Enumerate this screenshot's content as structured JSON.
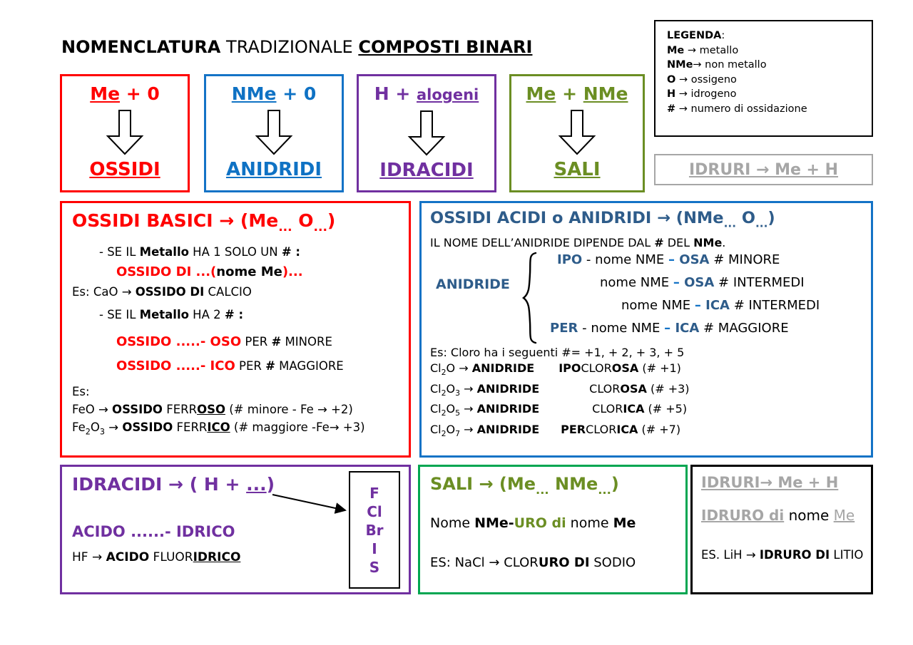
{
  "title": {
    "part1": "NOMENCLATURA",
    "part2": "TRADIZIONALE",
    "part3": "COMPOSTI BINARI"
  },
  "legend": {
    "heading": "LEGENDA",
    "heading_suffix": ":",
    "items": [
      {
        "sym": "Me",
        "arrow": "→",
        "desc": "metallo"
      },
      {
        "sym": "NMe",
        "arrow": "→",
        "desc": "non metallo"
      },
      {
        "sym": "O",
        "arrow": "→",
        "desc": "ossigeno"
      },
      {
        "sym": "H",
        "arrow": "→",
        "desc": "idrogeno"
      },
      {
        "sym": "#",
        "arrow": "→",
        "desc": "numero di ossidazione"
      }
    ]
  },
  "top_boxes": [
    {
      "head_a": "Me",
      "head_b": " + 0",
      "foot": "OSSIDI",
      "color": "#FF0000"
    },
    {
      "head_a": "NMe",
      "head_b": " + 0",
      "foot": "ANIDRIDI",
      "color": "#0F72C4"
    },
    {
      "head_a": "H + ",
      "head_b": "alogeni",
      "foot": "IDRACIDI",
      "color": "#7030A0"
    },
    {
      "head_a": "Me",
      "head_b": " + ",
      "head_c": "NMe",
      "foot": "SALI",
      "color": "#6B8E23"
    }
  ],
  "idruri_strip": {
    "text": "IDRURI  →  Me + H",
    "color": "#A6A6A6"
  },
  "panel_basici": {
    "heading_main": "OSSIDI BASICI → (Me",
    "heading_dots1": "...",
    "heading_mid": " O",
    "heading_dots2": "...",
    "heading_end": ")",
    "bullet1_a": "-   SE IL ",
    "bullet1_b": "Metallo",
    "bullet1_c": " HA 1 SOLO UN ",
    "bullet1_d": "#",
    "bullet1_e": " :",
    "rule1_a": "OSSIDO DI",
    "rule1_b": "  ...(",
    "rule1_c": "nome Me",
    "rule1_d": ")...",
    "ex1_a": "Es: CaO → ",
    "ex1_b": "OSSIDO DI",
    "ex1_c": " CALCIO",
    "bullet2_a": "-   SE IL ",
    "bullet2_b": "Metallo",
    "bullet2_c": " HA 2 ",
    "bullet2_d": "#",
    "bullet2_e": " :",
    "rule2_a": "OSSIDO   .....- OSO",
    "rule2_b": " PER ",
    "rule2_c": "#",
    "rule2_d": " MINORE",
    "rule3_a": "OSSIDO   .....- ICO",
    "rule3_b": "  PER ",
    "rule3_c": "#",
    "rule3_d": " MAGGIORE",
    "es_label": "Es:",
    "ex2_a": "FeO → ",
    "ex2_b": "OSSIDO",
    "ex2_c": " FERR",
    "ex2_d": "OSO",
    "ex2_e": "   (# minore -  Fe → +2)",
    "ex3_a": "Fe",
    "ex3_sub1": "2",
    "ex3_b": "O",
    "ex3_sub2": "3",
    "ex3_c": " → ",
    "ex3_d": "OSSIDO",
    "ex3_e": " FERR",
    "ex3_f": "ICO",
    "ex3_g": " (# maggiore -Fe→ +3)"
  },
  "panel_acidi": {
    "heading_main": "OSSIDI ACIDI o ANIDRIDI → (NMe",
    "heading_dots1": "...",
    "heading_mid": " O",
    "heading_dots2": "...",
    "heading_end": ")",
    "intro_a": "IL NOME DELL’ANIDRIDE DIPENDE DAL ",
    "intro_b": "#",
    "intro_c": " DEL ",
    "intro_d": "NMe",
    "intro_e": ".",
    "brace_label": "ANIDRIDE",
    "lines": [
      {
        "pre": "IPO",
        "sep": " - ",
        "mid": "nome NME ",
        "dash": "– ",
        "suf": "OSA",
        "num": "  # MINORE"
      },
      {
        "pre": "",
        "sep": "",
        "mid": "nome NME ",
        "dash": "– ",
        "suf": "OSA",
        "num": " # INTERMEDI"
      },
      {
        "pre": "",
        "sep": "",
        "mid": "nome NME ",
        "dash": "– ",
        "suf": "ICA",
        "num": "  # INTERMEDI"
      },
      {
        "pre": "PER",
        "sep": " - ",
        "mid": "nome NME ",
        "dash": "– ",
        "suf": "ICA",
        "num": " # MAGGIORE"
      }
    ],
    "ex_intro": "Es: Cloro ha i seguenti #= +1, + 2, + 3, + 5",
    "examples": [
      {
        "f_a": "Cl",
        "f_sub": "2",
        "f_b": "O",
        "f_sub2": "",
        "arrow": " → ",
        "anh": "ANIDRIDE",
        "gapname_pre": "IPO",
        "gapname_mid": "CLOR",
        "gapname_suf": "OSA",
        "ox": "  (# +1)",
        "indent": 0
      },
      {
        "f_a": "Cl",
        "f_sub": "2",
        "f_b": "O",
        "f_sub2": "3",
        "arrow": " → ",
        "anh": "ANIDRIDE",
        "gapname_pre": "",
        "gapname_mid": "CLOR",
        "gapname_suf": "OSA",
        "ox": "  (# +3)",
        "indent": 40
      },
      {
        "f_a": "Cl",
        "f_sub": "2",
        "f_b": "O",
        "f_sub2": "5",
        "arrow": " → ",
        "anh": "ANIDRIDE",
        "gapname_pre": "",
        "gapname_mid": "CLOR",
        "gapname_suf": "ICA",
        "ox": "  (# +5)",
        "indent": 40
      },
      {
        "f_a": "Cl",
        "f_sub": "2",
        "f_b": "O",
        "f_sub2": "7",
        "arrow": " → ",
        "anh": "ANIDRIDE",
        "gapname_pre": "PER",
        "gapname_mid": "CLOR",
        "gapname_suf": "ICA",
        "ox": "  (# +7)",
        "indent": 0
      }
    ]
  },
  "panel_idracidi": {
    "heading_a": "IDRACIDI → ( H + ",
    "heading_b": "...",
    "heading_c": ")",
    "rule": "ACIDO   ......- IDRICO",
    "ex_a": "HF → ",
    "ex_b": "ACIDO",
    "ex_c": " FLUOR",
    "ex_d": "IDRICO",
    "halogens": [
      "F",
      "Cl",
      "Br",
      "I",
      "S"
    ]
  },
  "panel_sali": {
    "heading_main": "SALI → (Me",
    "heading_dots1": "...",
    "heading_mid": " NMe",
    "heading_dots2": "...",
    "heading_end": ")",
    "rule_a": "Nome ",
    "rule_b": "NMe-",
    "rule_c": "URO di",
    "rule_d": " nome ",
    "rule_e": "Me",
    "ex_a": "ES: NaCl → ",
    "ex_b": "CLOR",
    "ex_c": "URO DI",
    "ex_d": " SODIO"
  },
  "panel_idruri": {
    "heading": "IDRURI→ Me + H",
    "rule_a": "IDRURO di",
    "rule_b": " nome ",
    "rule_c": "Me",
    "ex_a": "ES. LiH → ",
    "ex_b": "IDRURO DI",
    "ex_c": " LITIO"
  }
}
